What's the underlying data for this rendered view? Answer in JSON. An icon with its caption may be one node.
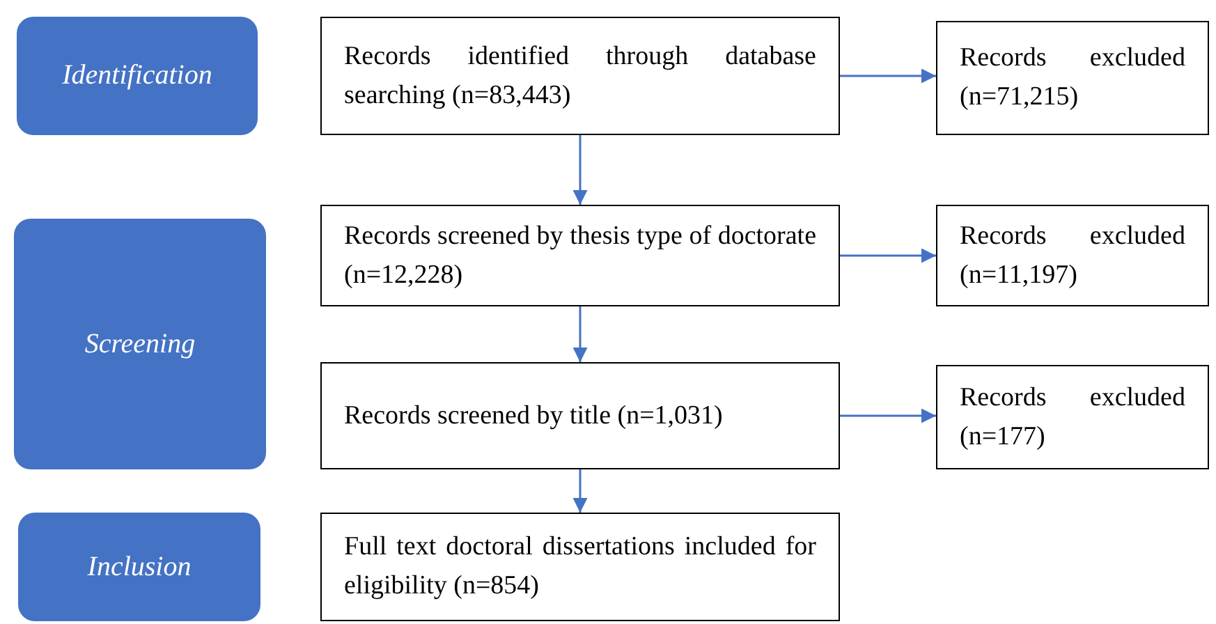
{
  "diagram": {
    "nodes": [
      {
        "text": [
          "Identification"
        ]
      },
      {
        "text": [
          "Records identified through database searching (n=83,443)"
        ]
      },
      {
        "text": [
          "Records excluded (n=71,215)"
        ]
      },
      {
        "text": [
          "Screening"
        ]
      },
      {
        "text": [
          "Records screened by thesis type of doctorate (n=12,228)"
        ]
      },
      {
        "text": [
          "Records excluded (n=11,197)"
        ]
      },
      {
        "text": [
          "Records screened by title (n=1,031)"
        ]
      },
      {
        "text": [
          "Records excluded (n=177)"
        ]
      },
      {
        "text": [
          "Inclusion"
        ]
      },
      {
        "text": [
          "Full text doctoral dissertations included for eligibility (n=854)"
        ]
      }
    ],
    "edges": [
      {
        "from": 1,
        "to": 4,
        "arrow": "to"
      },
      {
        "from": 1,
        "to": 2,
        "arrow": "to"
      },
      {
        "from": 4,
        "to": 5,
        "arrow": "to"
      },
      {
        "from": 4,
        "to": 6,
        "arrow": "to"
      },
      {
        "from": 6,
        "to": 7,
        "arrow": "to"
      },
      {
        "from": 6,
        "to": 9,
        "arrow": "to"
      }
    ]
  }
}
